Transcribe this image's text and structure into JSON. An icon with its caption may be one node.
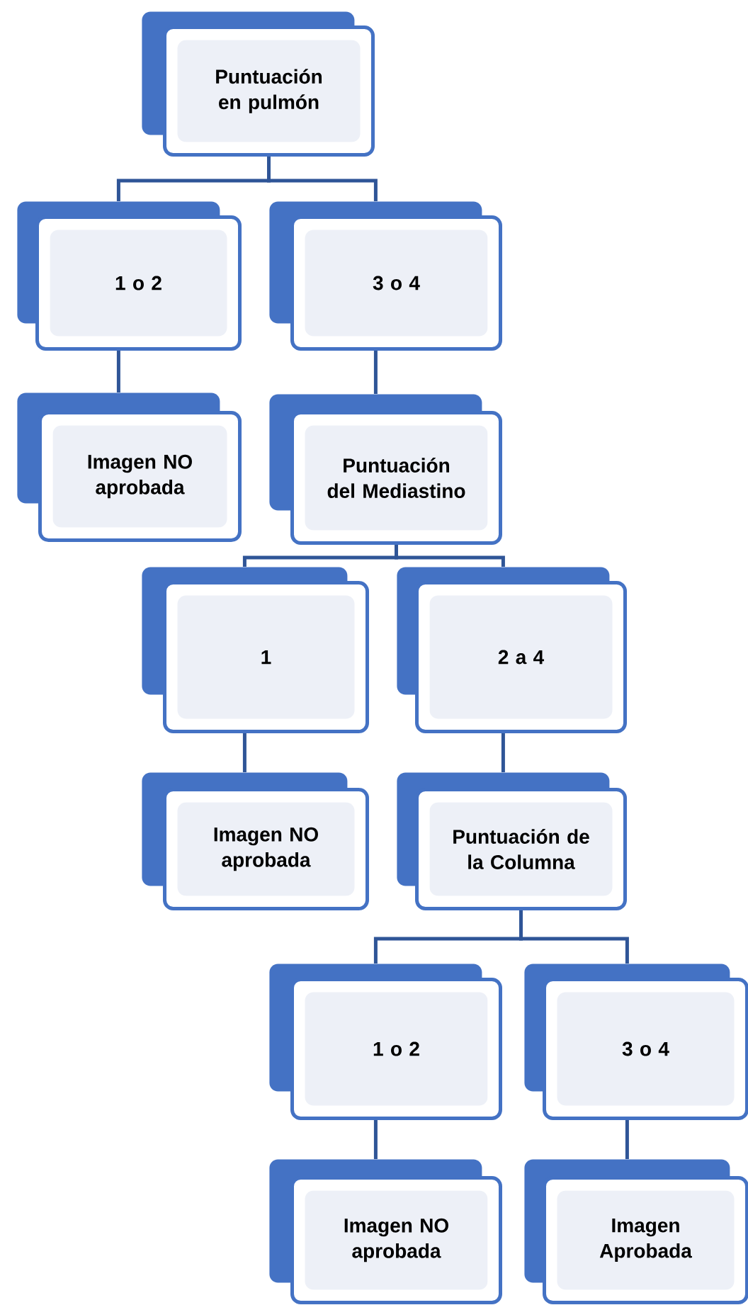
{
  "diagram": {
    "nodes": [
      {
        "text": [
          "Puntuación en pulmón"
        ]
      },
      {
        "text": [
          "1 o 2"
        ]
      },
      {
        "text": [
          "3 o 4"
        ]
      },
      {
        "text": [
          "Imagen NO aprobada"
        ]
      },
      {
        "text": [
          "Puntuación del Mediastino"
        ]
      },
      {
        "text": [
          "1"
        ]
      },
      {
        "text": [
          "2 a 4"
        ]
      },
      {
        "text": [
          "Imagen NO aprobada"
        ]
      },
      {
        "text": [
          "Puntuación de la Columna"
        ]
      },
      {
        "text": [
          "1 o 2"
        ]
      },
      {
        "text": [
          "3 o 4"
        ]
      },
      {
        "text": [
          "Imagen NO aprobada"
        ]
      },
      {
        "text": [
          "Imagen Aprobada"
        ]
      }
    ],
    "edges": [
      {
        "from": 0,
        "to": 1,
        "arrow": "none"
      },
      {
        "from": 0,
        "to": 2,
        "arrow": "none"
      },
      {
        "from": 1,
        "to": 3,
        "arrow": "none"
      },
      {
        "from": 2,
        "to": 4,
        "arrow": "none"
      },
      {
        "from": 4,
        "to": 5,
        "arrow": "none"
      },
      {
        "from": 4,
        "to": 6,
        "arrow": "none"
      },
      {
        "from": 5,
        "to": 7,
        "arrow": "none"
      },
      {
        "from": 6,
        "to": 8,
        "arrow": "none"
      },
      {
        "from": 8,
        "to": 9,
        "arrow": "none"
      },
      {
        "from": 8,
        "to": 10,
        "arrow": "none"
      },
      {
        "from": 9,
        "to": 11,
        "arrow": "none"
      },
      {
        "from": 10,
        "to": 12,
        "arrow": "none"
      }
    ]
  }
}
